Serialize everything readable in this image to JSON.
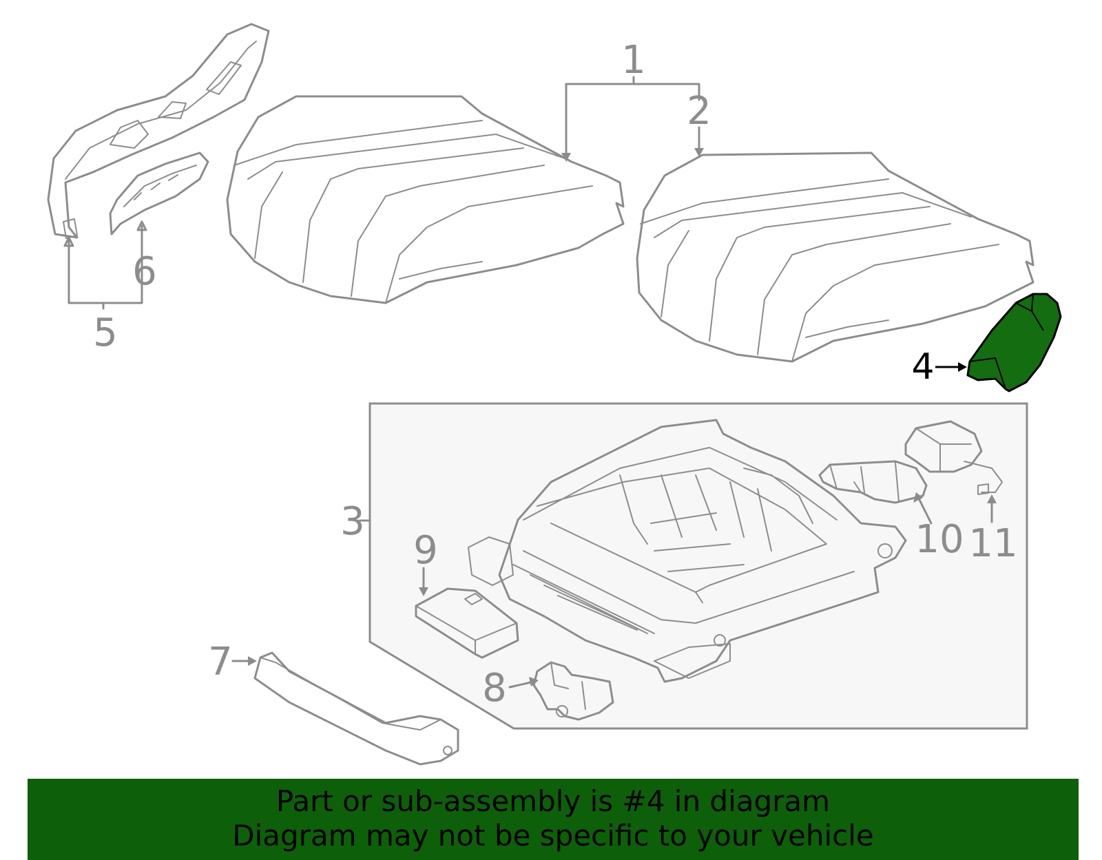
{
  "highlight_color": "#156d12",
  "banner_color": "#0e5f0a",
  "callouts": {
    "c1": "1",
    "c2": "2",
    "c3": "3",
    "c4": "4",
    "c5": "5",
    "c6": "6",
    "c7": "7",
    "c8": "8",
    "c9": "9",
    "c10": "10",
    "c11": "11"
  },
  "banner": {
    "line1": "Part or sub-assembly is #4 in diagram",
    "line2": "Diagram may not be specific to your vehicle"
  }
}
